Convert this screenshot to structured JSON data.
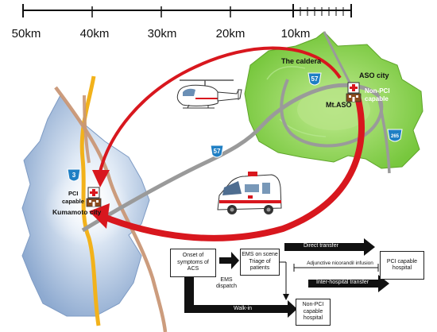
{
  "scale": {
    "labels": [
      "50km",
      "40km",
      "30km",
      "20km",
      "10km"
    ]
  },
  "map": {
    "caldera_label": "The caldera",
    "aso_city_label": "ASO city",
    "non_pci_capable": [
      "Non-PCI",
      "capable"
    ],
    "mt_aso_label": "Mt.ASO",
    "pci_capable": [
      "PCI",
      "capable"
    ],
    "kumamoto_city_label": "Kumamoto city",
    "routes": {
      "route_57_upper": "57",
      "route_57_lower": "57",
      "route_3": "3",
      "route_265": "265"
    },
    "colors": {
      "arrow_red": "#d8171e",
      "caldera_green": "#8bd34f",
      "road_gray": "#9a9a9a",
      "road_yellow": "#f2b21b",
      "road_brown": "#c99776",
      "city_blue": "#9fb8d8",
      "route_sign_blue": "#1f7fc4"
    },
    "icons": [
      "hospital-cross-icon",
      "helicopter-icon",
      "ambulance-icon"
    ]
  },
  "flowchart": {
    "onset_box": "Onset of symptoms of ACS",
    "ems_dispatch_label": [
      "EMS",
      "dispatch"
    ],
    "ems_scene_box": "EMS on scene Triage of patients",
    "direct_transfer_label": "Direct transfer",
    "adjunctive_label": "Adjunctive nicorandil infusion",
    "pci_hospital_box": "PCI capable hospital",
    "inter_hospital_label": "Inter-hospital transfer",
    "walk_in_label": "Walk-in",
    "non_pci_hospital_box": "Non-PCI capable hospital"
  }
}
